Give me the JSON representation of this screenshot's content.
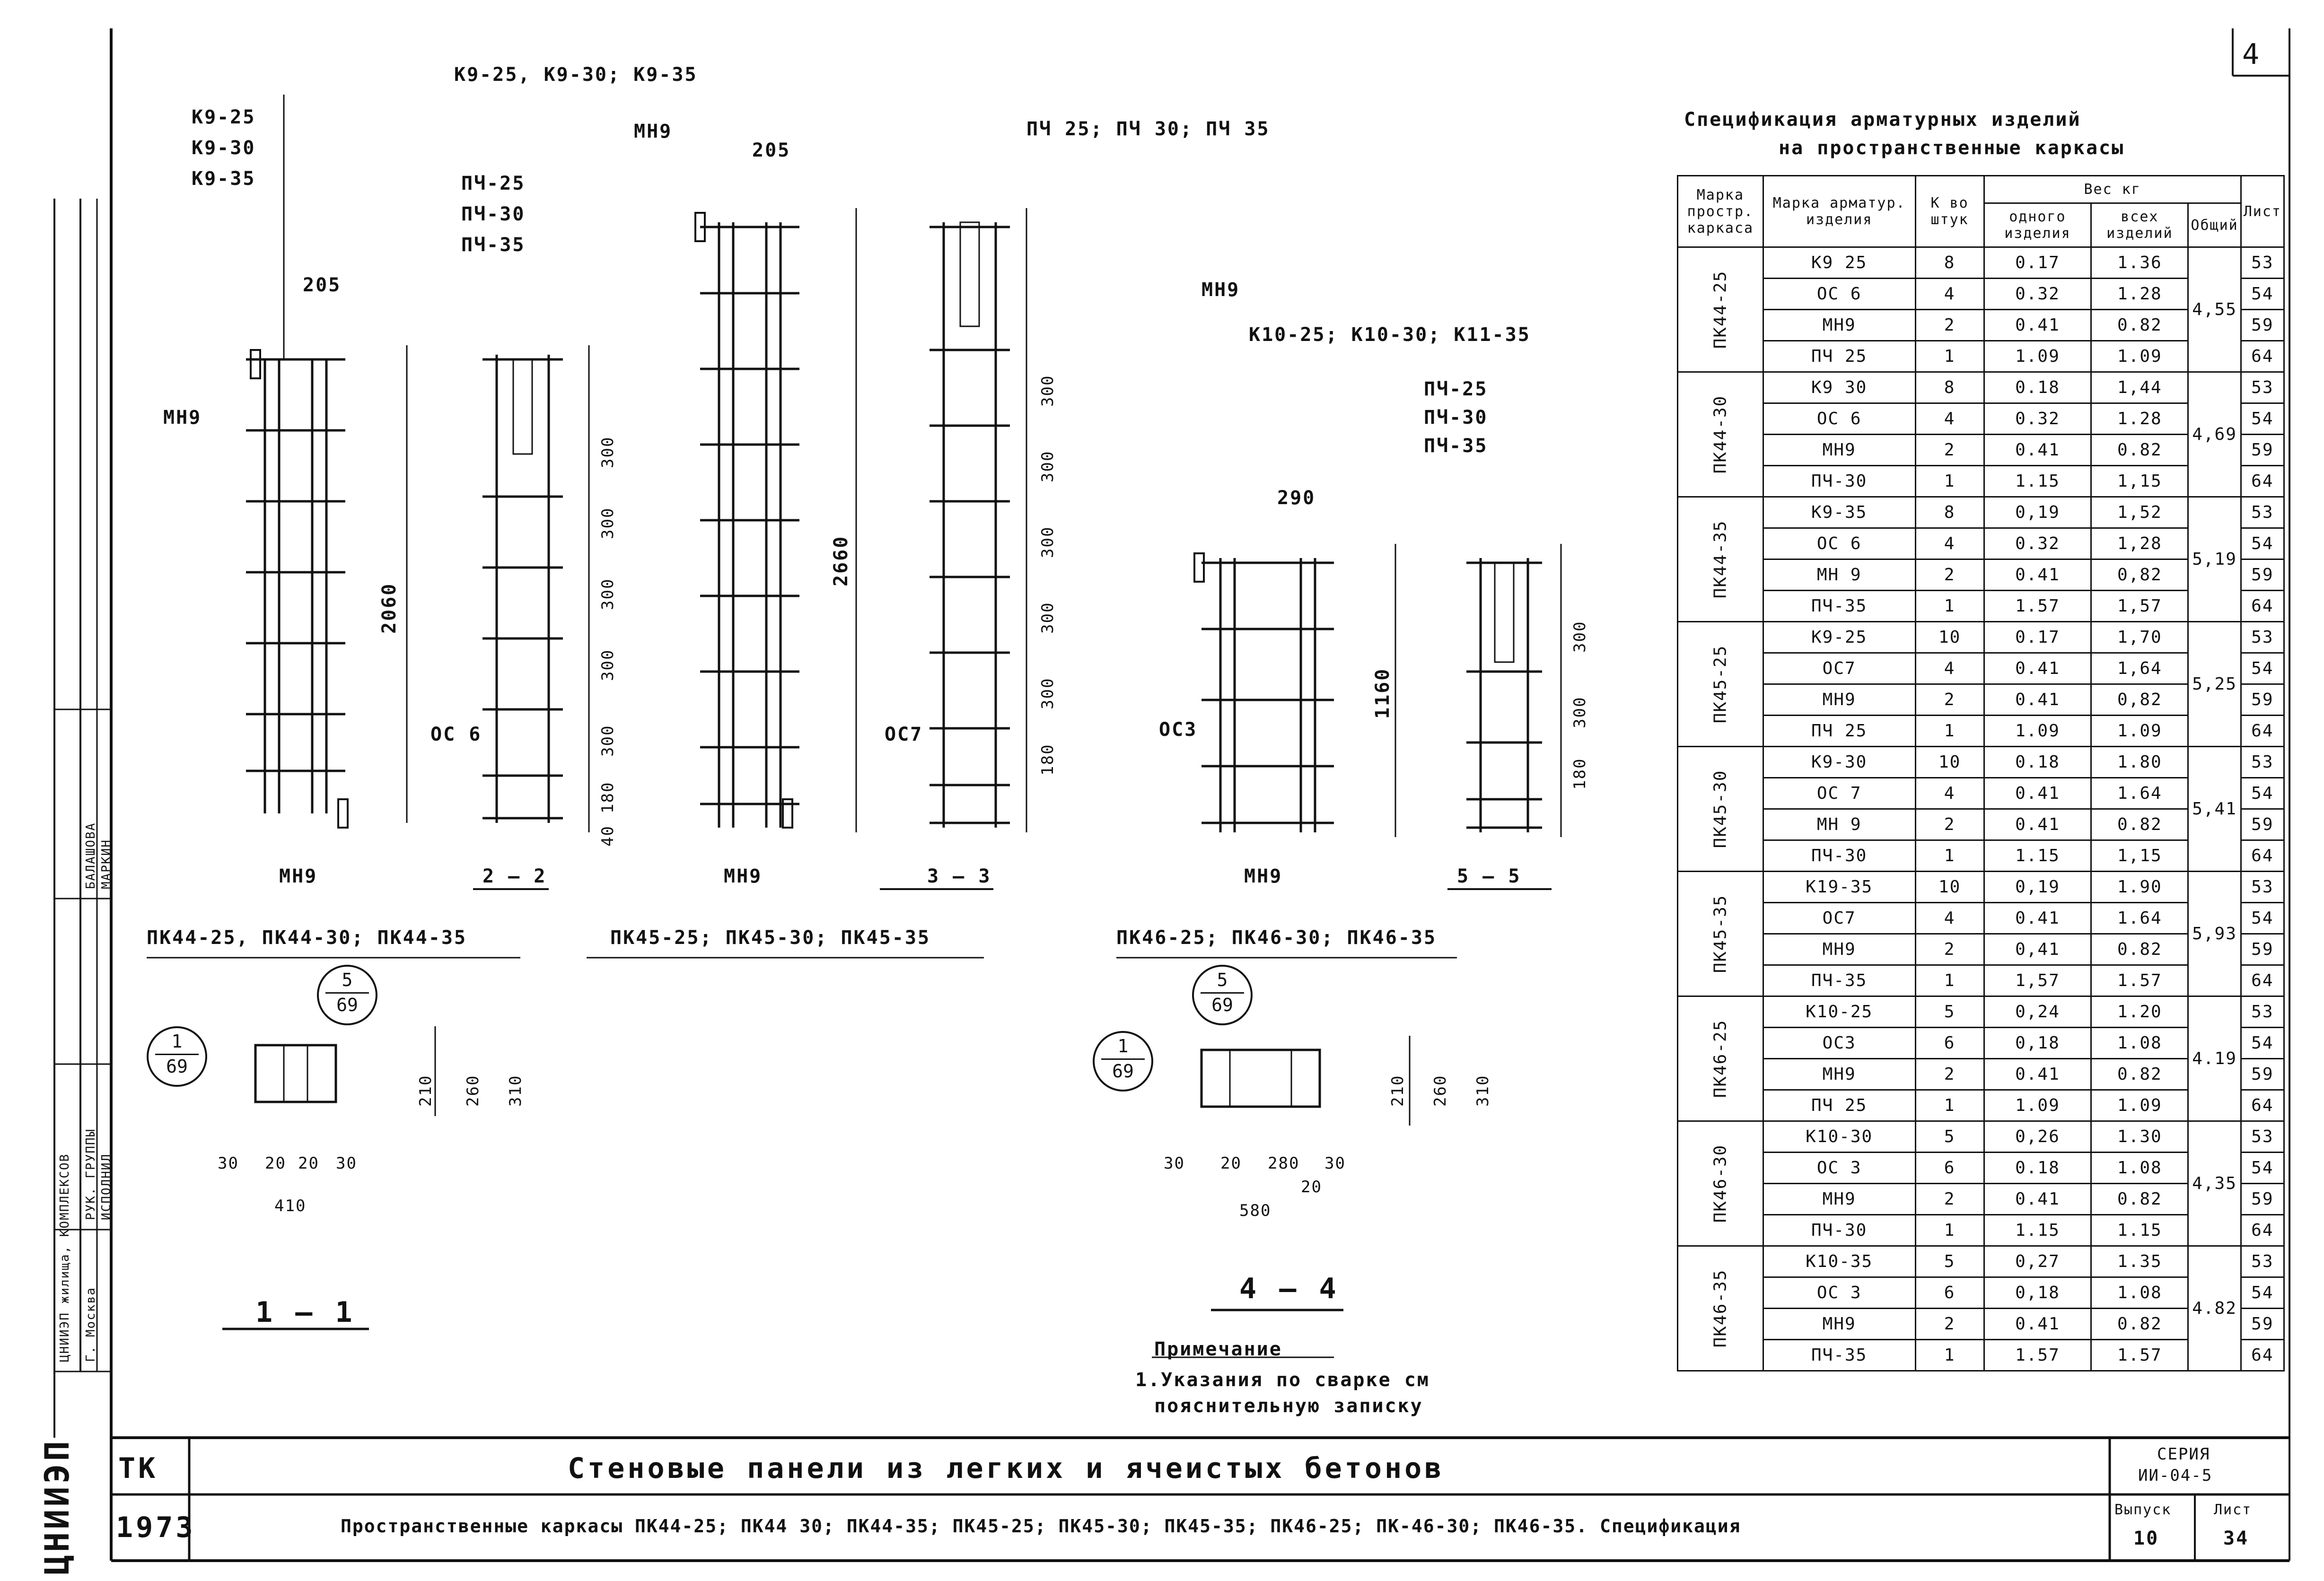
{
  "sheet_corner_number": "4",
  "left_strip": {
    "vertical_logo": "ЦНИИЭП",
    "stamp_labels": [
      "ЦНИИЭП жилища, КОМПЛЕКСОВ",
      "Г. Москва",
      "РУК. ГРУППЫ",
      "ИСПОЛНИЛ",
      "БАЛАШОВА",
      "МАРКИН"
    ]
  },
  "drawing": {
    "labels_group1": [
      "К9-25",
      "К9-30",
      "К9-35"
    ],
    "label_mn9": "МН9",
    "dim_205": "205",
    "dim_2060": "2060",
    "labels_pch_group": [
      "ПЧ-25",
      "ПЧ-30",
      "ПЧ-35"
    ],
    "label_os6": "ОС 6",
    "steps_300": "300",
    "step_180": "180",
    "step_40": "40",
    "section_2": "2 — 2",
    "caption_pk44": "ПК44-25, ПК44-30; ПК44-35",
    "labels_k9_header": "К9-25, К9-30; К9-35",
    "dim_2660": "2660",
    "label_os7": "ОС7",
    "labels_pch_header": "ПЧ 25; ПЧ 30; ПЧ 35",
    "section_3": "3 — 3",
    "caption_pk45": "ПК45-25; ПК45-30; ПК45-35",
    "labels_k10_header": "К10-25; К10-30; К11-35",
    "dim_290": "290",
    "dim_1160": "1160",
    "label_os3": "ОС3",
    "section_5": "5 — 5",
    "caption_pk46": "ПК46-25; ПК46-30; ПК46-35",
    "section_1": "1 — 1",
    "section_4": "4 — 4",
    "circle_1_69": {
      "num": "1",
      "den": "69"
    },
    "circle_5_69": {
      "num": "5",
      "den": "69"
    },
    "dims_1_1": [
      "30",
      "20",
      "20",
      "30",
      "410"
    ],
    "dims_1_1_vert": [
      "210",
      "260",
      "310"
    ],
    "dims_4_4": [
      "30",
      "20",
      "280",
      "20",
      "30",
      "580"
    ],
    "dims_4_4_vert": [
      "210",
      "260",
      "310"
    ],
    "note_title": "Примечание",
    "note_text_1": "1.Указания по сварке см",
    "note_text_2": "пояснительную записку"
  },
  "spec_table": {
    "title_line1": "Спецификация арматурных изделий",
    "title_line2": "на пространственные каркасы",
    "headers": {
      "col1": "Марка простр. каркаса",
      "col2": "Марка арматур. изделия",
      "col3": "К во штук",
      "weight_group": "Вес кг",
      "col4": "одного изделия",
      "col5": "всех изделий",
      "col6": "Общий",
      "col7": "Лист"
    },
    "groups": [
      {
        "frame": "ПК44-25",
        "total": "4,55",
        "rows": [
          {
            "mark": "К9 25",
            "qty": "8",
            "one": "0.17",
            "all": "1.36",
            "sheet": "53"
          },
          {
            "mark": "ОС 6",
            "qty": "4",
            "one": "0.32",
            "all": "1.28",
            "sheet": "54"
          },
          {
            "mark": "МН9",
            "qty": "2",
            "one": "0.41",
            "all": "0.82",
            "sheet": "59"
          },
          {
            "mark": "ПЧ 25",
            "qty": "1",
            "one": "1.09",
            "all": "1.09",
            "sheet": "64"
          }
        ]
      },
      {
        "frame": "ПК44-30",
        "total": "4,69",
        "rows": [
          {
            "mark": "К9 30",
            "qty": "8",
            "one": "0.18",
            "all": "1,44",
            "sheet": "53"
          },
          {
            "mark": "ОС 6",
            "qty": "4",
            "one": "0.32",
            "all": "1.28",
            "sheet": "54"
          },
          {
            "mark": "МН9",
            "qty": "2",
            "one": "0.41",
            "all": "0.82",
            "sheet": "59"
          },
          {
            "mark": "ПЧ-30",
            "qty": "1",
            "one": "1.15",
            "all": "1,15",
            "sheet": "64"
          }
        ]
      },
      {
        "frame": "ПК44-35",
        "total": "5,19",
        "rows": [
          {
            "mark": "К9-35",
            "qty": "8",
            "one": "0,19",
            "all": "1,52",
            "sheet": "53"
          },
          {
            "mark": "ОС 6",
            "qty": "4",
            "one": "0.32",
            "all": "1,28",
            "sheet": "54"
          },
          {
            "mark": "МН 9",
            "qty": "2",
            "one": "0.41",
            "all": "0,82",
            "sheet": "59"
          },
          {
            "mark": "ПЧ-35",
            "qty": "1",
            "one": "1.57",
            "all": "1,57",
            "sheet": "64"
          }
        ]
      },
      {
        "frame": "ПК45-25",
        "total": "5,25",
        "rows": [
          {
            "mark": "К9-25",
            "qty": "10",
            "one": "0.17",
            "all": "1,70",
            "sheet": "53"
          },
          {
            "mark": "ОС7",
            "qty": "4",
            "one": "0.41",
            "all": "1,64",
            "sheet": "54"
          },
          {
            "mark": "МН9",
            "qty": "2",
            "one": "0.41",
            "all": "0,82",
            "sheet": "59"
          },
          {
            "mark": "ПЧ 25",
            "qty": "1",
            "one": "1.09",
            "all": "1.09",
            "sheet": "64"
          }
        ]
      },
      {
        "frame": "ПК45-30",
        "total": "5,41",
        "rows": [
          {
            "mark": "К9-30",
            "qty": "10",
            "one": "0.18",
            "all": "1.80",
            "sheet": "53"
          },
          {
            "mark": "ОС 7",
            "qty": "4",
            "one": "0.41",
            "all": "1.64",
            "sheet": "54"
          },
          {
            "mark": "МН 9",
            "qty": "2",
            "one": "0.41",
            "all": "0.82",
            "sheet": "59"
          },
          {
            "mark": "ПЧ-30",
            "qty": "1",
            "one": "1.15",
            "all": "1,15",
            "sheet": "64"
          }
        ]
      },
      {
        "frame": "ПК45-35",
        "total": "5,93",
        "rows": [
          {
            "mark": "К19-35",
            "qty": "10",
            "one": "0,19",
            "all": "1.90",
            "sheet": "53"
          },
          {
            "mark": "ОС7",
            "qty": "4",
            "one": "0.41",
            "all": "1.64",
            "sheet": "54"
          },
          {
            "mark": "МН9",
            "qty": "2",
            "one": "0,41",
            "all": "0.82",
            "sheet": "59"
          },
          {
            "mark": "ПЧ-35",
            "qty": "1",
            "one": "1,57",
            "all": "1.57",
            "sheet": "64"
          }
        ]
      },
      {
        "frame": "ПК46-25",
        "total": "4.19",
        "rows": [
          {
            "mark": "К10-25",
            "qty": "5",
            "one": "0,24",
            "all": "1.20",
            "sheet": "53"
          },
          {
            "mark": "ОС3",
            "qty": "6",
            "one": "0,18",
            "all": "1.08",
            "sheet": "54"
          },
          {
            "mark": "МН9",
            "qty": "2",
            "one": "0.41",
            "all": "0.82",
            "sheet": "59"
          },
          {
            "mark": "ПЧ 25",
            "qty": "1",
            "one": "1.09",
            "all": "1.09",
            "sheet": "64"
          }
        ]
      },
      {
        "frame": "ПК46-30",
        "total": "4,35",
        "rows": [
          {
            "mark": "К10-30",
            "qty": "5",
            "one": "0,26",
            "all": "1.30",
            "sheet": "53"
          },
          {
            "mark": "ОС 3",
            "qty": "6",
            "one": "0.18",
            "all": "1.08",
            "sheet": "54"
          },
          {
            "mark": "МН9",
            "qty": "2",
            "one": "0.41",
            "all": "0.82",
            "sheet": "59"
          },
          {
            "mark": "ПЧ-30",
            "qty": "1",
            "one": "1.15",
            "all": "1.15",
            "sheet": "64"
          }
        ]
      },
      {
        "frame": "ПК46-35",
        "total": "4.82",
        "rows": [
          {
            "mark": "К10-35",
            "qty": "5",
            "one": "0,27",
            "all": "1.35",
            "sheet": "53"
          },
          {
            "mark": "ОС 3",
            "qty": "6",
            "one": "0,18",
            "all": "1.08",
            "sheet": "54"
          },
          {
            "mark": "МН9",
            "qty": "2",
            "one": "0.41",
            "all": "0.82",
            "sheet": "59"
          },
          {
            "mark": "ПЧ-35",
            "qty": "1",
            "one": "1.57",
            "all": "1.57",
            "sheet": "64"
          }
        ]
      }
    ]
  },
  "title_block": {
    "code_top": "ТК",
    "year": "1973",
    "title": "Стеновые панели из легких и ячеистых бетонов",
    "subtitle": "Пространственные каркасы ПК44-25; ПК44 30; ПК44-35; ПК45-25; ПК45-30; ПК45-35; ПК46-25; ПК-46-30; ПК46-35. Спецификация",
    "series_label": "СЕРИЯ",
    "series_value": "ИИ-04-5",
    "issue_label": "Выпуск",
    "issue_value": "10",
    "sheet_label": "Лист",
    "sheet_value": "34"
  }
}
